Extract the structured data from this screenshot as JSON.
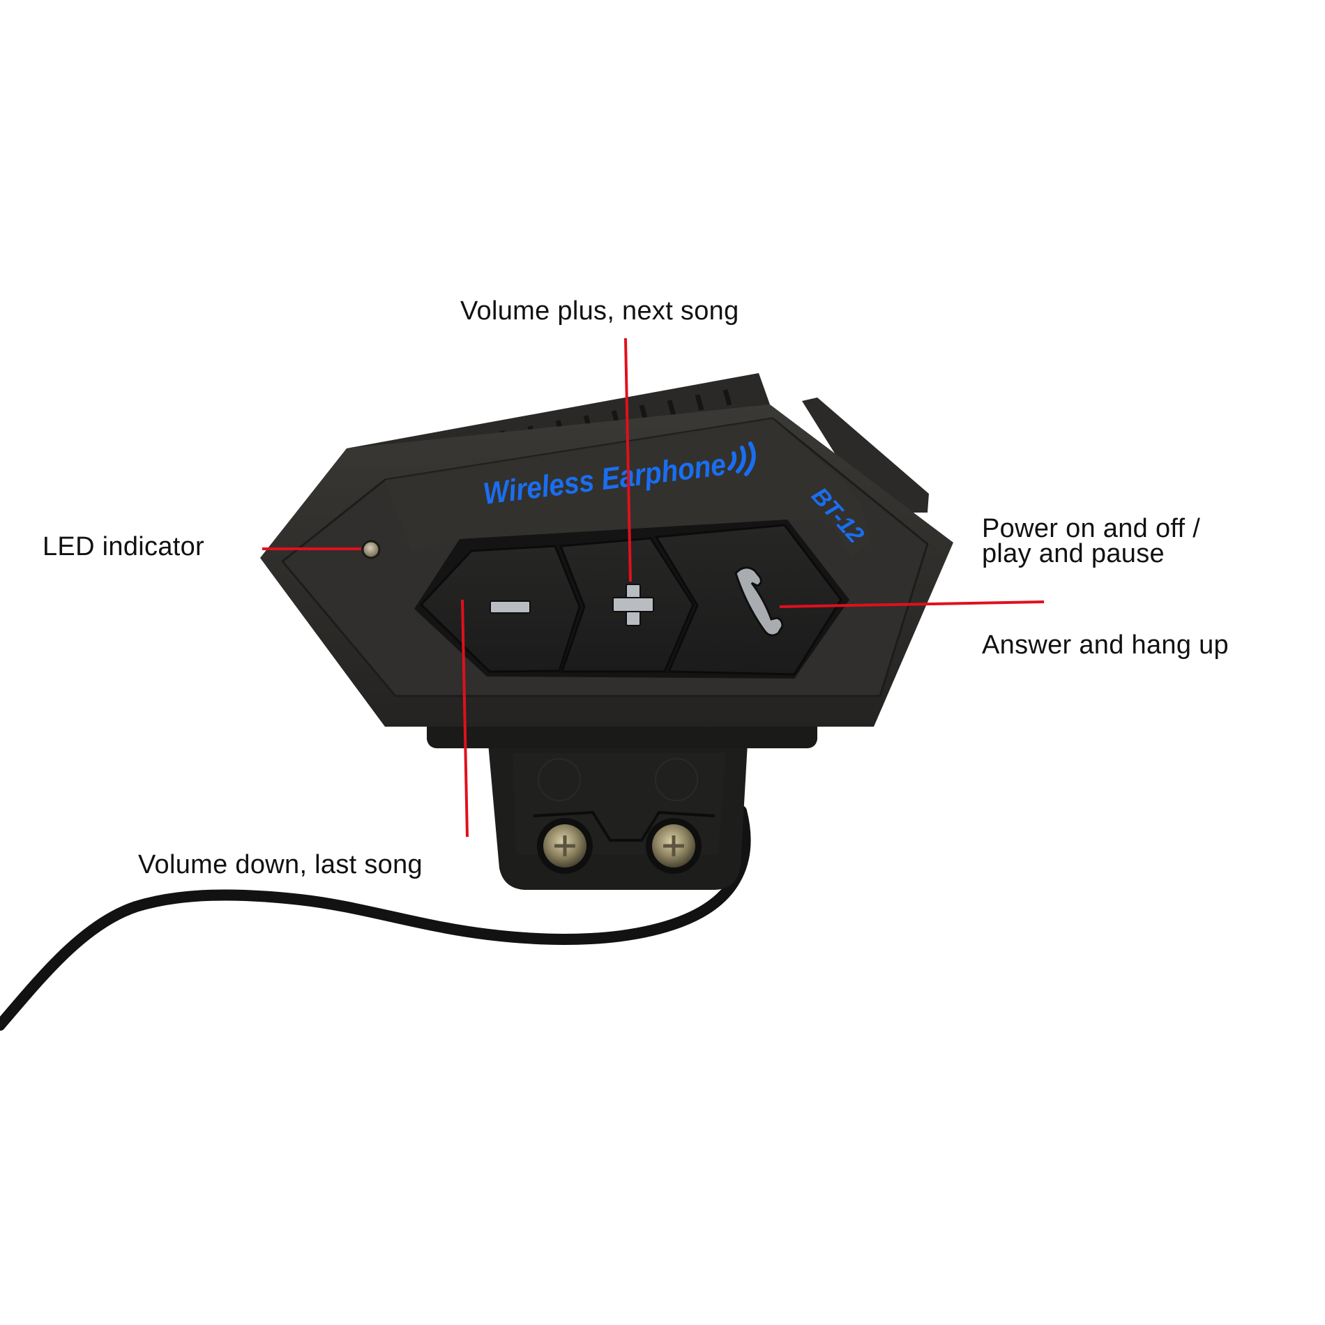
{
  "diagram": {
    "device": {
      "brand_text": "Wireless Earphone",
      "model_text": "BT-12",
      "brand_color": "#1a6ef0",
      "body_color": "#2e2d2b",
      "callout_color": "#e0101c"
    },
    "buttons": [
      {
        "id": "volume-down",
        "icon": "minus-icon"
      },
      {
        "id": "volume-up",
        "icon": "plus-icon"
      },
      {
        "id": "call",
        "icon": "phone-handset-icon"
      }
    ],
    "indicators": [
      {
        "id": "led",
        "icon": "led-dot"
      }
    ],
    "labels": {
      "volume_plus": "Volume plus, next song",
      "led": "LED indicator",
      "power_line1": "Power on and off /",
      "power_line2": "play and pause",
      "answer": "Answer and hang up",
      "volume_down": "Volume down, last song"
    }
  }
}
